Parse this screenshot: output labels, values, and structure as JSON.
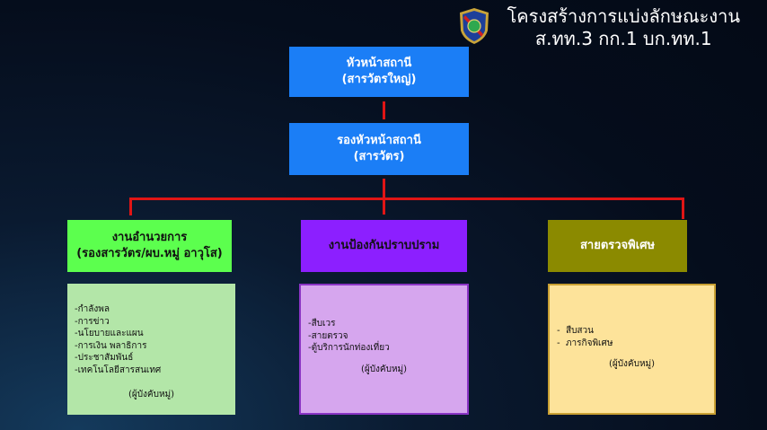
{
  "header": {
    "title_line1": "โครงสร้างการแบ่งลักษณะงาน",
    "title_line2": "ส.ทท.3 กก.1 บก.ทท.1"
  },
  "chief": {
    "line1": "หัวหน้าสถานี",
    "line2": "(สารวัตรใหญ่)"
  },
  "deputy": {
    "line1": "รองหัวหน้าสถานี",
    "line2": "(สารวัตร)"
  },
  "departments": [
    {
      "line1": "งานอำนวยการ",
      "line2": "(รองสารวัตร/ผบ.หมู่ อาวุโส)",
      "color": "#5cff4e",
      "items": [
        "-กำลังพล",
        "-การข่าว",
        "-นโยบายและแผน",
        "-การเงิน พลาธิการ",
        "-ประชาสัมพันธ์",
        "-เทคโนโลยีสารสนเทศ"
      ],
      "note": "(ผู้บังคับหมู่)"
    },
    {
      "line1": "งานป้องกันปราบปราม",
      "color": "#8c1fff",
      "items": [
        "-สืบเวร",
        "-สายตรวจ",
        "-ตู้บริการนักท่องเที่ยว"
      ],
      "note": "(ผู้บังคับหมู่)"
    },
    {
      "line1": "สายตรวจพิเศษ",
      "color": "#8b8a00",
      "items": [
        "-  สืบสวน",
        "-  ภารกิจพิเศษ"
      ],
      "note": "(ผู้บังคับหมู่)"
    }
  ]
}
